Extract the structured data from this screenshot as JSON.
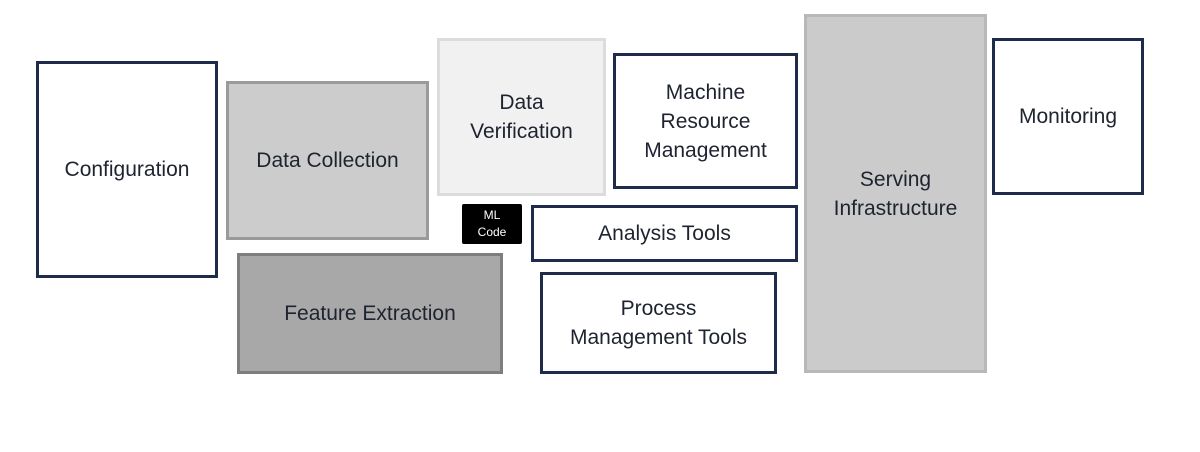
{
  "diagram": {
    "boxes": {
      "configuration": "Configuration",
      "data_collection": "Data Collection",
      "data_verification": "Data\nVerification",
      "machine_resource_management": "Machine\nResource\nManagement",
      "serving_infrastructure": "Serving\nInfrastructure",
      "monitoring": "Monitoring",
      "ml_code": "ML\nCode",
      "analysis_tools": "Analysis Tools",
      "feature_extraction": "Feature Extraction",
      "process_management_tools": "Process\nManagement Tools"
    },
    "colors": {
      "navy_border": "#1f2b4a",
      "light_gray_fill": "#f1f1f1",
      "mid_gray_fill": "#cccccc",
      "dark_gray_fill": "#a8a8a8",
      "ml_code_fill": "#000000"
    }
  }
}
